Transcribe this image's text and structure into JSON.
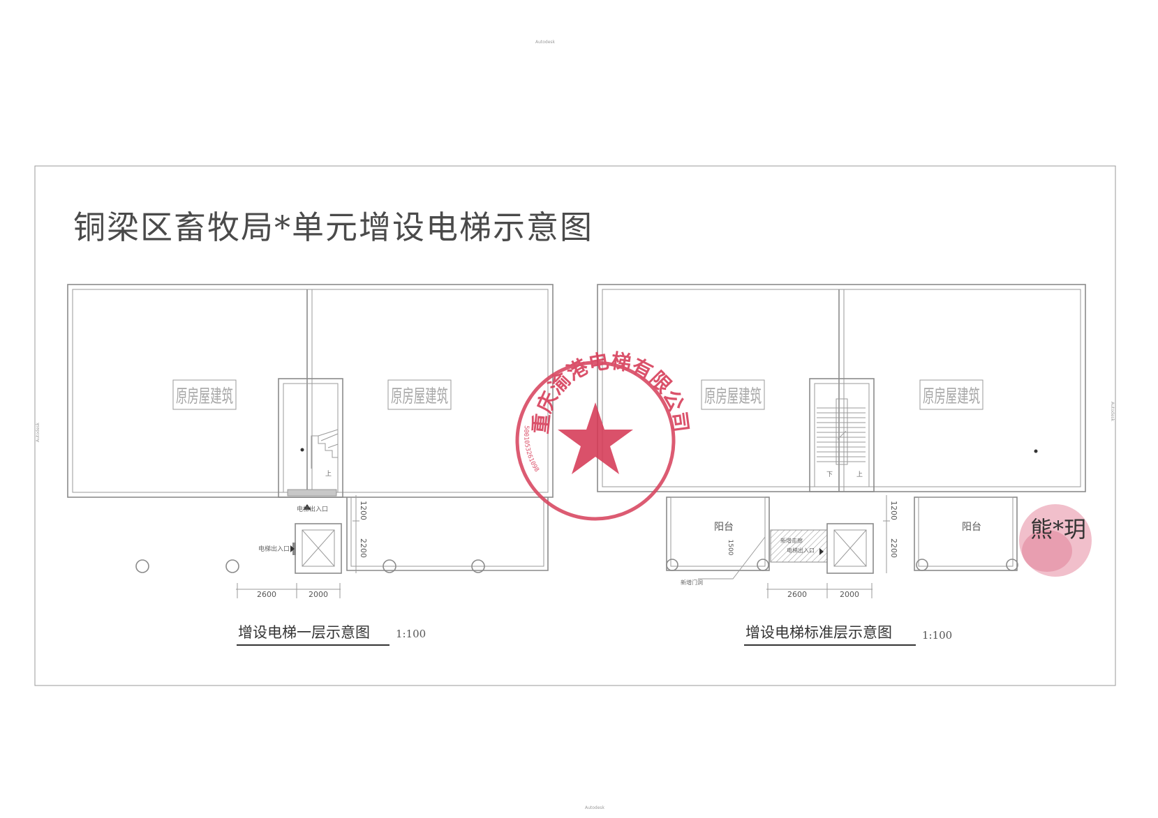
{
  "page": {
    "top_watermark": "Autodesk",
    "side_watermark_left": "Autodesk",
    "side_watermark_right": "Autodesk",
    "bottom_watermark": "Autodesk"
  },
  "title": "铜梁区畜牧局*单元增设电梯示意图",
  "plan_left": {
    "room_label_1": "原房屋建筑",
    "room_label_2": "原房屋建筑",
    "entrance_label_1": "电梯出入口",
    "entrance_label_2": "电梯出入口",
    "stair_label": "上",
    "dims": {
      "d1": "2600",
      "d2": "2000",
      "v1": "1200",
      "v2": "2200"
    },
    "caption": "增设电梯一层示意图",
    "scale": "1:100"
  },
  "plan_right": {
    "room_label_1": "原房屋建筑",
    "room_label_2": "原房屋建筑",
    "balcony_label_1": "阳台",
    "balcony_label_2": "阳台",
    "corridor_label_1": "新增走廊",
    "corridor_label_2": "电梯出入口",
    "door_label": "新增门洞",
    "stair_label_1": "下",
    "stair_label_2": "上",
    "dims": {
      "d1": "2600",
      "d2": "2000",
      "v1": "1200",
      "v2": "2200",
      "v3": "1500"
    },
    "caption": "增设电梯标准层示意图",
    "scale": "1:100"
  },
  "stamp": {
    "text": "重庆渝港电梯有限公司",
    "code": "5001053261098",
    "color": "#d63a56"
  },
  "signature": "熊*玥"
}
